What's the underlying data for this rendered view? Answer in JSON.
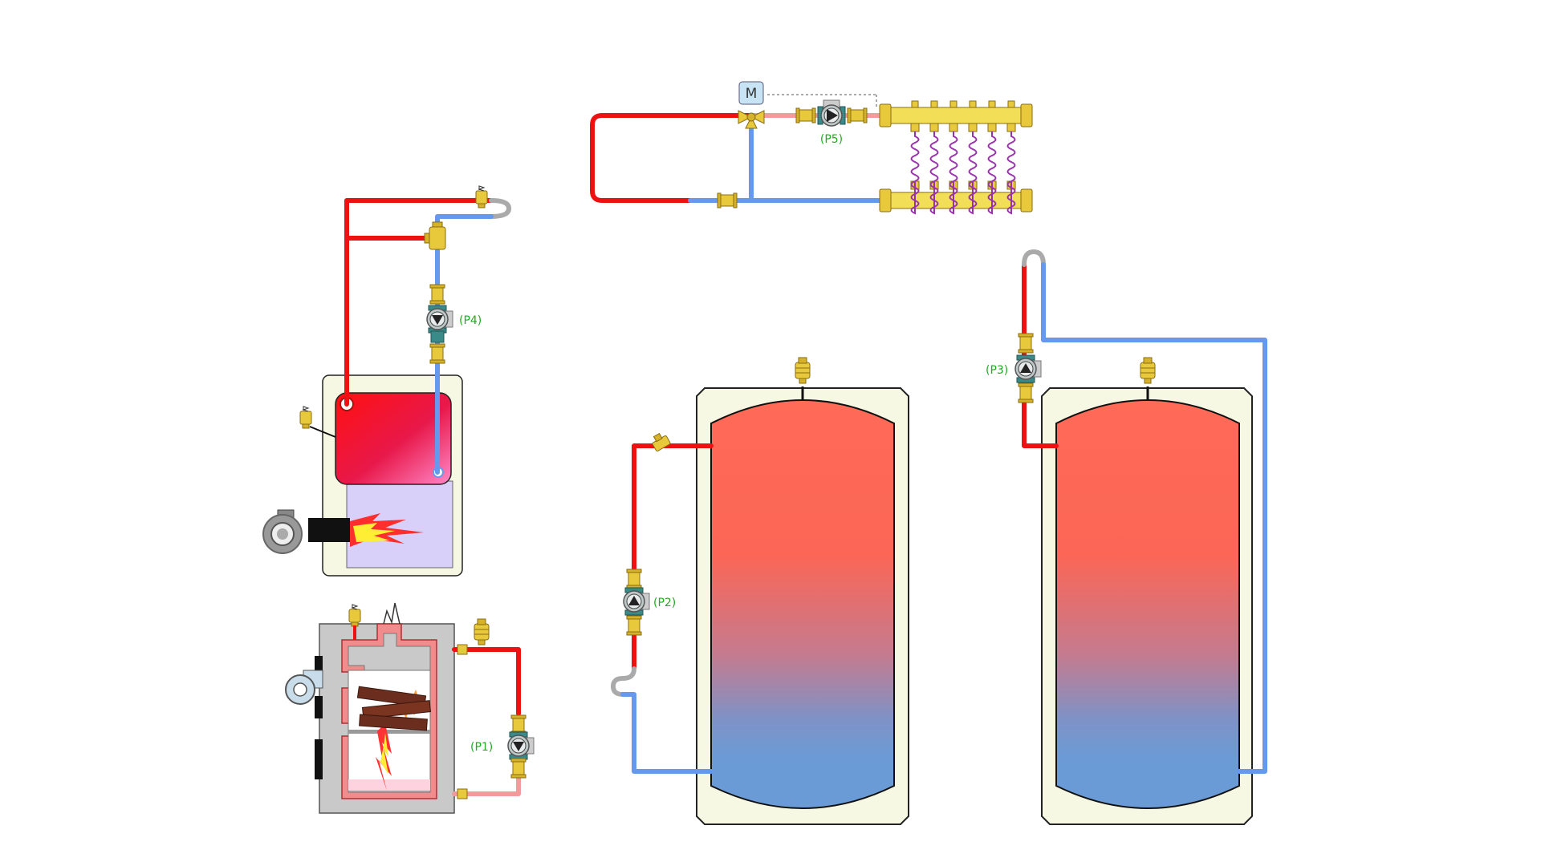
{
  "labels": {
    "pump_p1": "(P1)",
    "pump_p2": "(P2)",
    "pump_p3": "(P3)",
    "pump_p4": "(P4)",
    "pump_p5": "(P5)",
    "motor": "M"
  },
  "colors": {
    "supply_pipe": "#ee1111",
    "return_pipe": "#6699ee",
    "warm_return_pipe": "#f39a9a",
    "loop_pipe": "#aaaaaa",
    "label_green": "#22aa22",
    "brass": "#e9c93c",
    "tank_jacket": "#f7f8e4",
    "tank_hot": "#ff6b57",
    "tank_cold": "#6b9bd6",
    "manifold": "#f3de57",
    "floor_loop": "#9933aa"
  },
  "icons": [
    "pump-icon",
    "air-vent-icon",
    "relief-valve-icon",
    "mixing-valve-icon",
    "motor-actuator-icon",
    "burner-icon",
    "fire-icon",
    "blower-icon"
  ]
}
